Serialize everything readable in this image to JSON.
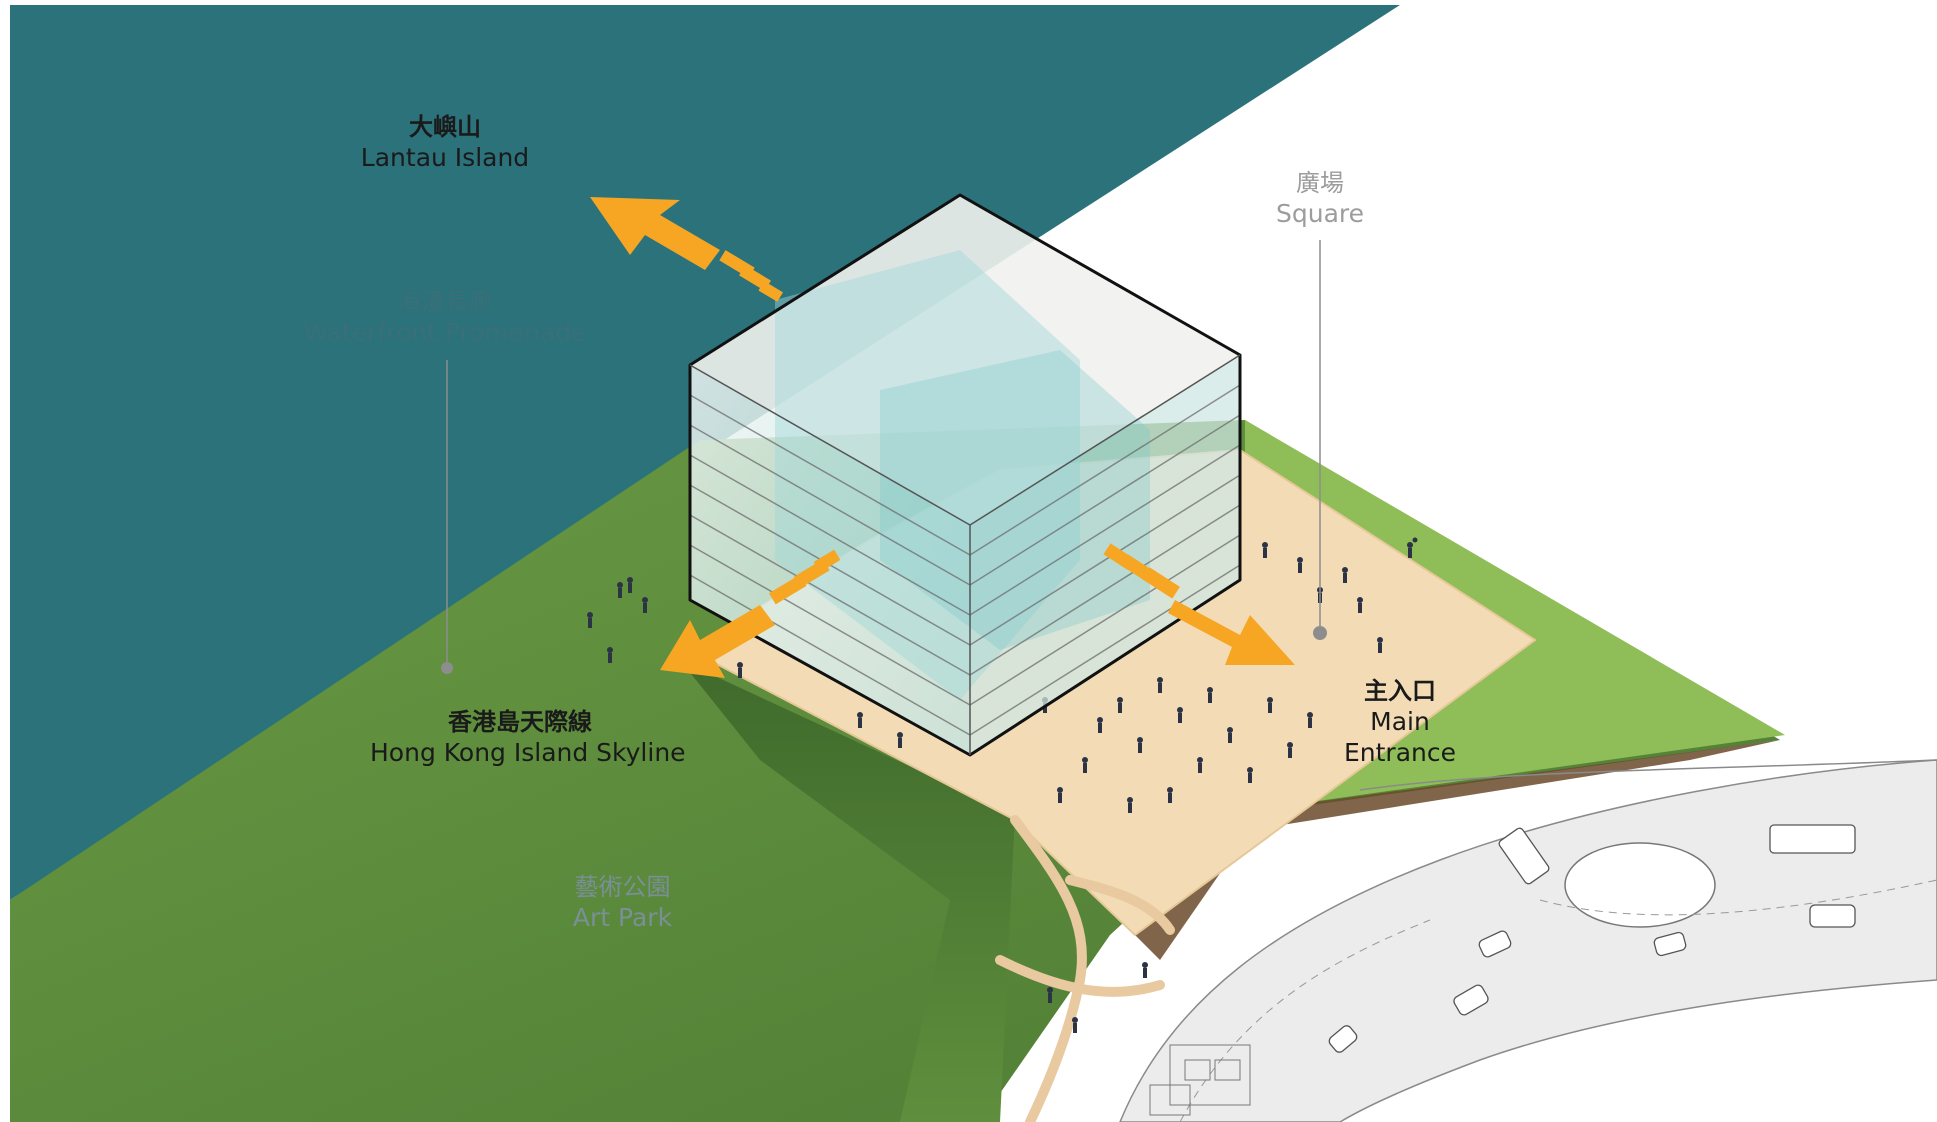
{
  "labels": {
    "lantau": {
      "zh": "大嶼山",
      "en": "Lantau Island"
    },
    "waterfront": {
      "zh": "海濱長廊",
      "en": "Waterfront Promenade"
    },
    "square": {
      "zh": "廣場",
      "en": "Square"
    },
    "skyline": {
      "zh": "香港島天際線",
      "en": "Hong Kong Island Skyline"
    },
    "entrance": {
      "zh": "主入口",
      "en": "Main",
      "en2": "Entrance"
    },
    "artpark": {
      "zh": "藝術公園",
      "en": "Art Park"
    }
  },
  "colors": {
    "water": "#2b727b",
    "grass": "#5f8d3e",
    "grass_light": "#8fbe58",
    "plaza": "#f3dcb5",
    "arrow": "#f6a623",
    "glass": "#d9eeec",
    "road": "#e9e9e9"
  }
}
